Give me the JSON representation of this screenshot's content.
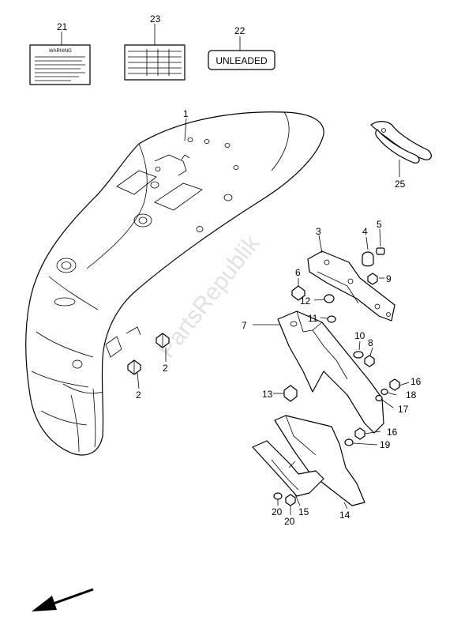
{
  "watermark": "PartsRepublik",
  "label_22_text": "UNLEADED",
  "label_21_text": "WARNING",
  "callouts": {
    "c1": "1",
    "c2a": "2",
    "c2b": "2",
    "c3": "3",
    "c4": "4",
    "c5": "5",
    "c6": "6",
    "c7": "7",
    "c8": "8",
    "c9": "9",
    "c10": "10",
    "c11": "11",
    "c12": "12",
    "c13": "13",
    "c14": "14",
    "c15": "15",
    "c16a": "16",
    "c16b": "16",
    "c17": "17",
    "c18": "18",
    "c19": "19",
    "c20a": "20",
    "c20b": "20",
    "c21": "21",
    "c22": "22",
    "c23": "23",
    "c25": "25"
  }
}
